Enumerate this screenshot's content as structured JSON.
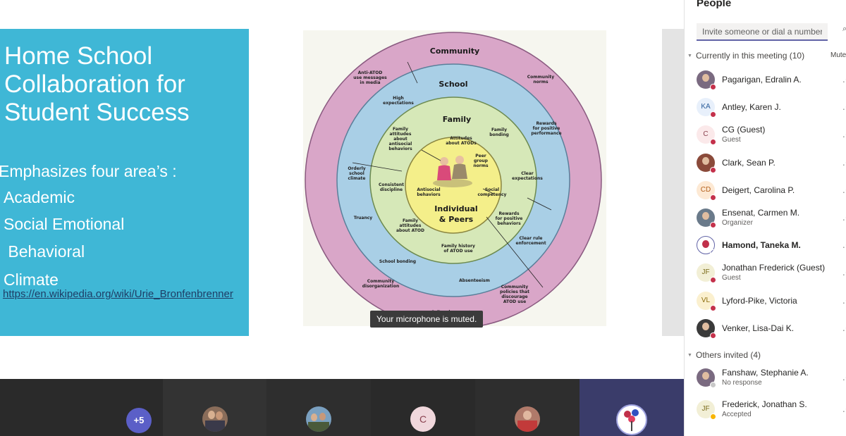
{
  "slide": {
    "title": "Home School Collaboration for Student Success",
    "lines": [
      "Emphasizes four area’s :",
      "Academic",
      "Social Emotional",
      " Behavioral",
      "Climate"
    ],
    "link": "https://en.wikipedia.org/wiki/Urie_Bronfenbrenner"
  },
  "diagram": {
    "rings": [
      "Community",
      "School",
      "Family",
      "Individual",
      "& Peers"
    ],
    "labels": {
      "anti_atod": [
        "Anti-ATOD",
        "use messages",
        "in media"
      ],
      "community_norms": [
        "Community",
        "norms"
      ],
      "high_expectations": [
        "High",
        "expectations"
      ],
      "rewards_performance": [
        "Rewards",
        "for positive",
        "performance"
      ],
      "family_attitudes_antisocial": [
        "Family",
        "attitudes",
        "about",
        "antisocial",
        "behaviors"
      ],
      "attitudes_atods": [
        "Attitudes",
        "about ATODs"
      ],
      "family_bonding": [
        "Family",
        "bonding"
      ],
      "peer_group_norms": [
        "Peer",
        "group",
        "norms"
      ],
      "orderly_climate": [
        "Orderly",
        "school",
        "climate"
      ],
      "consistent_discipline": [
        "Consistent",
        "discipline"
      ],
      "clear_expectations": [
        "Clear",
        "expectations"
      ],
      "antisocial_behaviors": [
        "Antisocial",
        "behaviors"
      ],
      "social_competency": [
        "Social",
        "competency"
      ],
      "truancy": [
        "Truancy"
      ],
      "family_attitudes_atod": [
        "Family",
        "attitudes",
        "about ATOD"
      ],
      "rewards_behaviors": [
        "Rewards",
        "for positive",
        "behaviors"
      ],
      "clear_rule": [
        "Clear rule",
        "enforcement"
      ],
      "family_history": [
        "Family history",
        "of ATOD use"
      ],
      "school_bonding": [
        "School bonding"
      ],
      "absenteeism": [
        "Absenteeism"
      ],
      "community_disorganization": [
        "Community",
        "disorganization"
      ],
      "community_policies": [
        "Community",
        "policies that",
        "discourage",
        "ATOD use"
      ],
      "cultural": [
        "Cultural"
      ]
    }
  },
  "toast": "Your microphone is muted.",
  "bottom": {
    "overflow": "+5",
    "tile_initial": "C"
  },
  "people": {
    "title": "People",
    "invite_placeholder": "Invite someone or dial a number",
    "current_header": "Currently in this meeting (10)",
    "mute_all": "Mute",
    "participants": [
      {
        "name": "Pagarigan, Edralin A.",
        "sub": "",
        "initials": "",
        "photo": true
      },
      {
        "name": "Antley, Karen J.",
        "sub": "",
        "initials": "KA"
      },
      {
        "name": "CG (Guest)",
        "sub": "Guest",
        "initials": "C"
      },
      {
        "name": "Clark, Sean P.",
        "sub": "",
        "initials": "",
        "photo": true
      },
      {
        "name": "Deigert, Carolina P.",
        "sub": "",
        "initials": "CD"
      },
      {
        "name": "Ensenat, Carmen M.",
        "sub": "Organizer",
        "initials": "",
        "photo": true
      },
      {
        "name": "Hamond, Taneka M.",
        "sub": "",
        "initials": "",
        "photo": true
      },
      {
        "name": "Jonathan Frederick (Guest)",
        "sub": "Guest",
        "initials": "JF"
      },
      {
        "name": "Lyford-Pike, Victoria",
        "sub": "",
        "initials": "VL"
      },
      {
        "name": "Venker, Lisa-Dai K.",
        "sub": "",
        "initials": "",
        "photo": true
      }
    ],
    "others_header": "Others invited (4)",
    "invited": [
      {
        "name": "Fanshaw, Stephanie A.",
        "sub": "No response",
        "initials": "",
        "photo": true
      },
      {
        "name": "Frederick, Jonathan S.",
        "sub": "Accepted",
        "initials": "JF"
      }
    ]
  },
  "colors": {
    "slide_bg": "#3fb7d6",
    "accent": "#6264a7",
    "busy": "#c4314b"
  }
}
